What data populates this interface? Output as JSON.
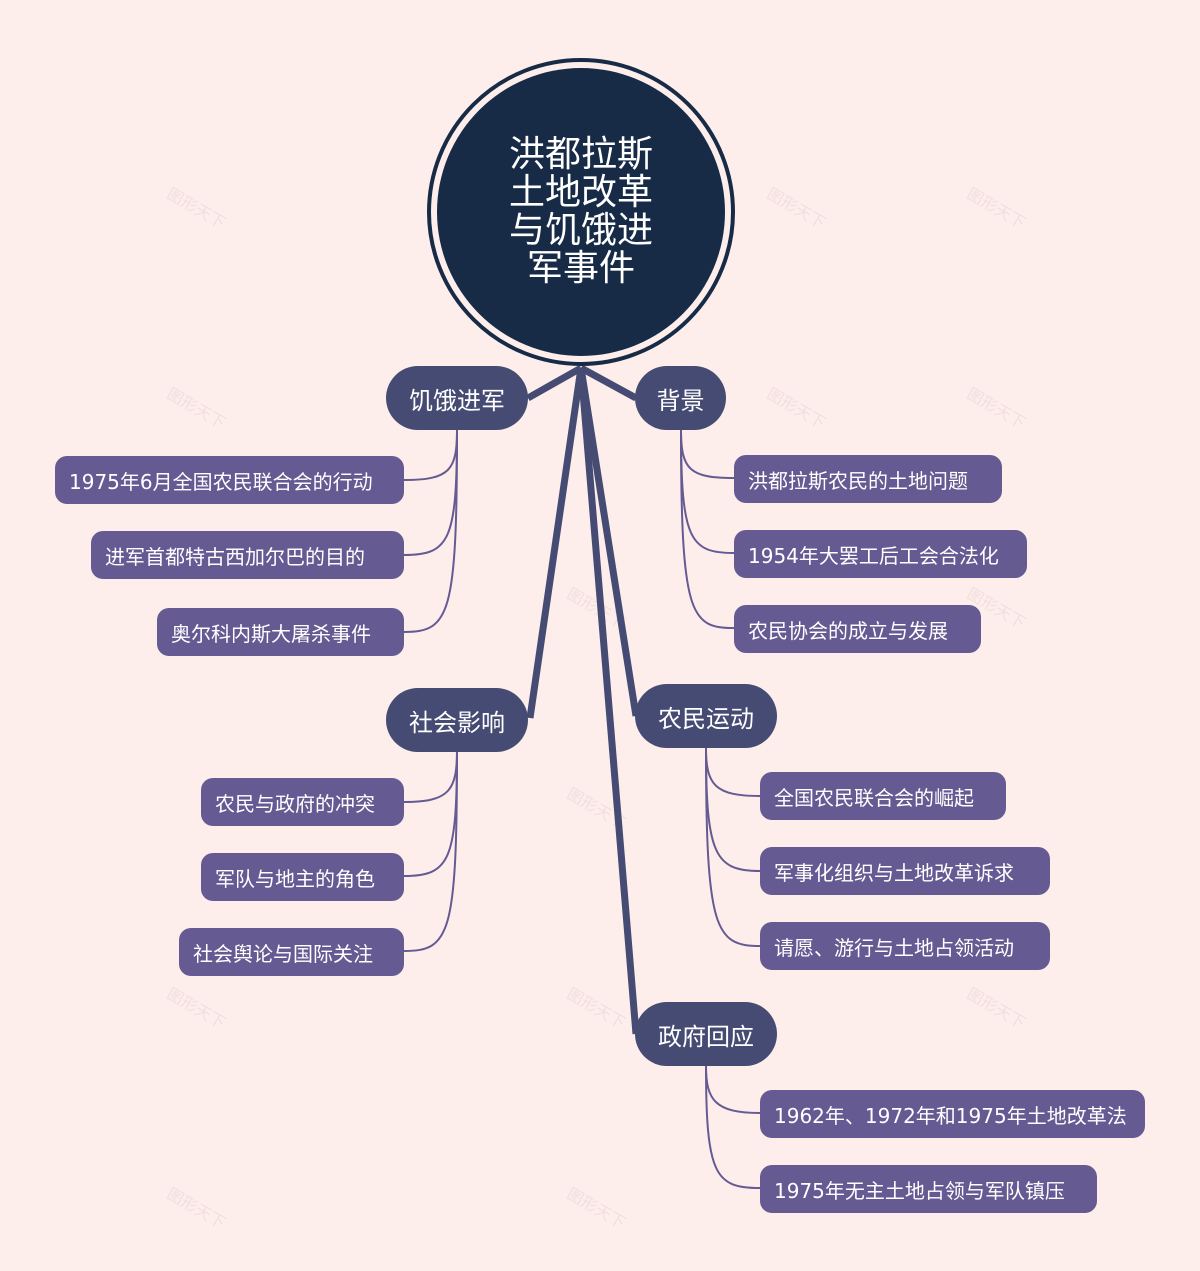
{
  "colors": {
    "background": "#fdeeec",
    "root_fill": "#172b47",
    "branch_fill": "#454b72",
    "leaf_fill": "#655a92",
    "main_link": "#454b72",
    "sub_link": "#655a92",
    "text": "#ffffff"
  },
  "root": {
    "title": "洪都拉斯土地改革与饥饿进军事件"
  },
  "branches": [
    {
      "id": "hunger-march",
      "label": "饥饿进军",
      "side": "left",
      "children": [
        "1975年6月全国农民联合会的行动",
        "进军首都特古西加尔巴的目的",
        "奥尔科内斯大屠杀事件"
      ]
    },
    {
      "id": "background",
      "label": "背景",
      "side": "right",
      "children": [
        "洪都拉斯农民的土地问题",
        "1954年大罢工后工会合法化",
        "农民协会的成立与发展"
      ]
    },
    {
      "id": "social-impact",
      "label": "社会影响",
      "side": "left",
      "children": [
        "农民与政府的冲突",
        "军队与地主的角色",
        "社会舆论与国际关注"
      ]
    },
    {
      "id": "peasant-movement",
      "label": "农民运动",
      "side": "right",
      "children": [
        "全国农民联合会的崛起",
        "军事化组织与土地改革诉求",
        "请愿、游行与土地占领活动"
      ]
    },
    {
      "id": "government-response",
      "label": "政府回应",
      "side": "right",
      "children": [
        "1962年、1972年和1975年土地改革法",
        "1975年无主土地占领与军队镇压"
      ]
    }
  ],
  "watermark": "图形天下"
}
